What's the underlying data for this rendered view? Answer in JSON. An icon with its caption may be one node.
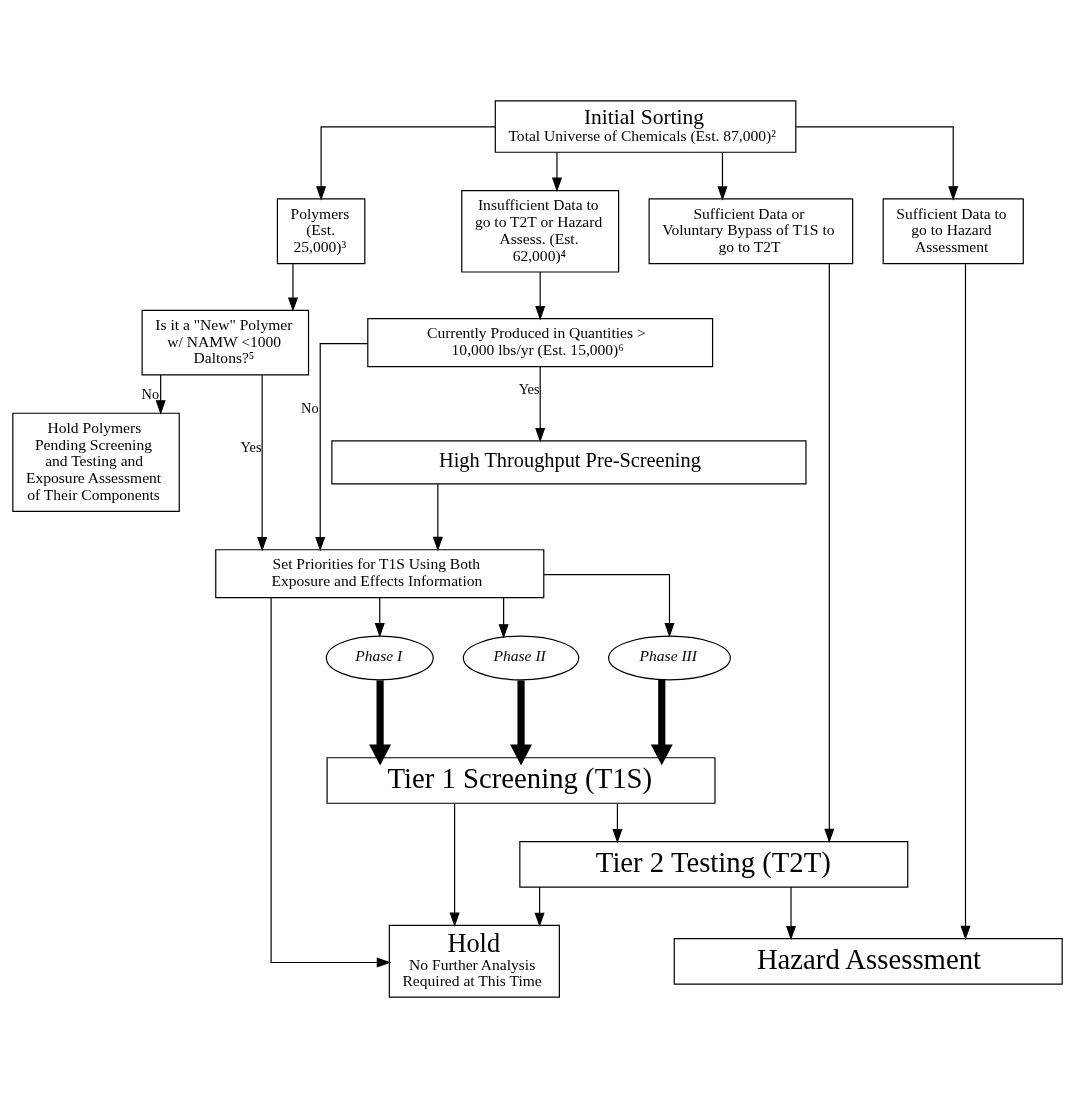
{
  "diagram": {
    "nodes": [
      {
        "text": [
          "Initial Sorting",
          "Total Universe of Chemicals (Est. 87,000)²"
        ]
      },
      {
        "text": [
          "Polymers (Est. 25,000)³"
        ]
      },
      {
        "text": [
          "Insufficient Data to go to T2T or Hazard Assess. (Est. 62,000)⁴"
        ]
      },
      {
        "text": [
          "Sufficient Data or Voluntary Bypass of T1S to go to T2T"
        ]
      },
      {
        "text": [
          "Sufficient Data to go to Hazard Assessment"
        ]
      },
      {
        "text": [
          "Is it a \"New\" Polymer w/ NAMW <1000 Daltons?⁵"
        ]
      },
      {
        "text": [
          "Currently Produced in Quantities > 10,000 lbs/yr (Est. 15,000)⁶"
        ]
      },
      {
        "text": [
          "Hold Polymers Pending Screening and Testing and Exposure Assessment of Their Components"
        ]
      },
      {
        "text": [
          "High Throughput Pre-Screening"
        ]
      },
      {
        "text": [
          "Set Priorities for T1S Using Both Exposure and Effects Information"
        ]
      },
      {
        "text": [
          "Phase I"
        ]
      },
      {
        "text": [
          "Phase II"
        ]
      },
      {
        "text": [
          "Phase III"
        ]
      },
      {
        "text": [
          "Tier 1 Screening (T1S)"
        ]
      },
      {
        "text": [
          "Hold",
          "No Further Analysis Required at This Time"
        ]
      },
      {
        "text": [
          "Tier 2 Testing (T2T)"
        ]
      },
      {
        "text": [
          "Hazard Assessment"
        ]
      }
    ],
    "edges": [
      {
        "from": 0,
        "to": 1,
        "arrow": "to"
      },
      {
        "from": 0,
        "to": 2,
        "arrow": "to"
      },
      {
        "from": 0,
        "to": 3,
        "arrow": "to"
      },
      {
        "from": 0,
        "to": 4,
        "arrow": "to"
      },
      {
        "from": 1,
        "to": 5,
        "arrow": "to"
      },
      {
        "from": 2,
        "to": 6,
        "arrow": "to"
      },
      {
        "from": 5,
        "to": 7,
        "arrow": "to",
        "label": "No"
      },
      {
        "from": 5,
        "to": 9,
        "arrow": "to",
        "label": "Yes"
      },
      {
        "from": 6,
        "to": 9,
        "arrow": "to",
        "label": "No"
      },
      {
        "from": 6,
        "to": 8,
        "arrow": "to",
        "label": "Yes"
      },
      {
        "from": 3,
        "to": 15,
        "arrow": "to"
      },
      {
        "from": 4,
        "to": 16,
        "arrow": "to"
      },
      {
        "from": 8,
        "to": 9,
        "arrow": "to"
      },
      {
        "from": 9,
        "to": 14,
        "arrow": "to"
      },
      {
        "from": 9,
        "to": 10,
        "arrow": "to"
      },
      {
        "from": 9,
        "to": 11,
        "arrow": "to"
      },
      {
        "from": 9,
        "to": 12,
        "arrow": "to"
      },
      {
        "from": 10,
        "to": 13,
        "arrow": "to",
        "style": "thick"
      },
      {
        "from": 11,
        "to": 13,
        "arrow": "to",
        "style": "thick"
      },
      {
        "from": 12,
        "to": 13,
        "arrow": "to",
        "style": "thick"
      },
      {
        "from": 13,
        "to": 14,
        "arrow": "to"
      },
      {
        "from": 13,
        "to": 15,
        "arrow": "to"
      },
      {
        "from": 15,
        "to": 14,
        "arrow": "to"
      },
      {
        "from": 15,
        "to": 16,
        "arrow": "to"
      }
    ]
  }
}
